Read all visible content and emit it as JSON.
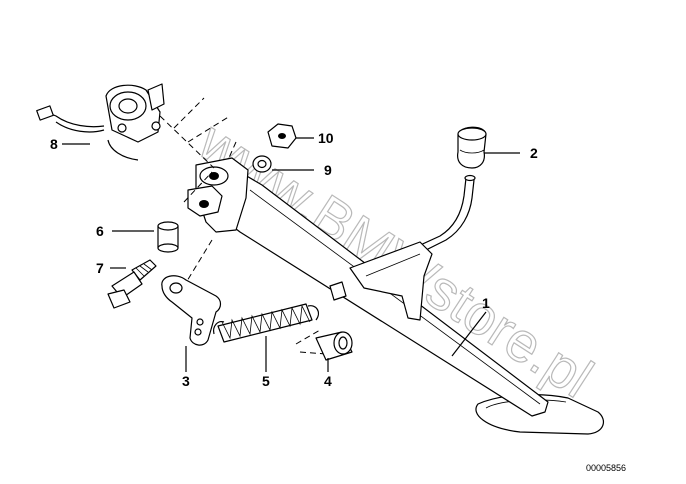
{
  "watermark": "www.BMWstore.pl",
  "diagram_id": "00005856",
  "callouts": [
    {
      "id": "1",
      "label": "1"
    },
    {
      "id": "2",
      "label": "2"
    },
    {
      "id": "3",
      "label": "3"
    },
    {
      "id": "4",
      "label": "4"
    },
    {
      "id": "5",
      "label": "5"
    },
    {
      "id": "6",
      "label": "6"
    },
    {
      "id": "7",
      "label": "7"
    },
    {
      "id": "8",
      "label": "8"
    },
    {
      "id": "9",
      "label": "9"
    },
    {
      "id": "10",
      "label": "10"
    }
  ]
}
